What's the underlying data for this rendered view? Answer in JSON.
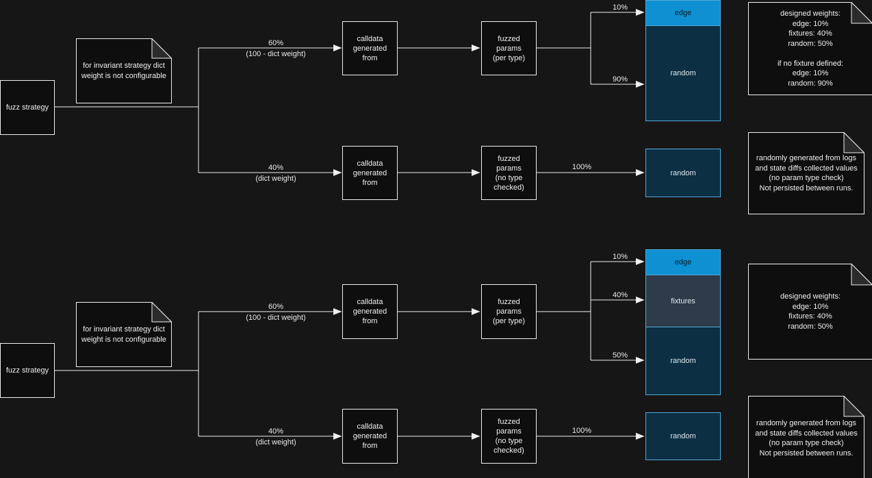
{
  "colors": {
    "background": "#161616",
    "box_fill": "#0e0e0e",
    "edge_fill": "#0e90d2",
    "fixtures_fill": "#2e3b4a",
    "random_fill": "#0c2f44",
    "stack_border": "#56a8d8"
  },
  "top_flow": {
    "source_label": "fuzz strategy",
    "invariant_note": "for invariant strategy dict\nweight is not configurable",
    "per_type": {
      "weight_pct": "60%",
      "weight_formula": "(100 - dict weight)",
      "calldata": "calldata\ngenerated\nfrom",
      "fuzzed": "fuzzed\nparams\n(per type)",
      "edge_pct": "10%",
      "random_pct": "90%",
      "stack": {
        "edge": "edge",
        "random": "random"
      },
      "weights_note": "designed weights:\nedge: 10%\nfixtures: 40%\nrandom: 50%\n\nif no fixture defined:\nedge: 10%\nrandom: 90%"
    },
    "dict": {
      "weight_pct": "40%",
      "weight_formula": "(dict weight)",
      "calldata": "calldata\ngenerated\nfrom",
      "fuzzed": "fuzzed\nparams\n(no type\nchecked)",
      "pct_100": "100%",
      "random_label": "random",
      "note": "randomly generated from logs\nand state diffs collected values\n(no param type check)\nNot persisted between runs."
    }
  },
  "bottom_flow": {
    "source_label": "fuzz strategy",
    "invariant_note": "for invariant strategy dict\nweight is not configurable",
    "per_type": {
      "weight_pct": "60%",
      "weight_formula": "(100 - dict weight)",
      "calldata": "calldata\ngenerated\nfrom",
      "fuzzed": "fuzzed\nparams\n(per type)",
      "edge_pct": "10%",
      "fixtures_pct": "40%",
      "random_pct": "50%",
      "stack": {
        "edge": "edge",
        "fixtures": "fixtures",
        "random": "random"
      },
      "weights_note": "designed weights:\nedge: 10%\nfixtures: 40%\nrandom: 50%"
    },
    "dict": {
      "weight_pct": "40%",
      "weight_formula": "(dict weight)",
      "calldata": "calldata\ngenerated\nfrom",
      "fuzzed": "fuzzed\nparams\n(no type\nchecked)",
      "pct_100": "100%",
      "random_label": "random",
      "note": "randomly generated from logs\nand state diffs collected values\n(no param type check)\nNot persisted between runs."
    }
  }
}
